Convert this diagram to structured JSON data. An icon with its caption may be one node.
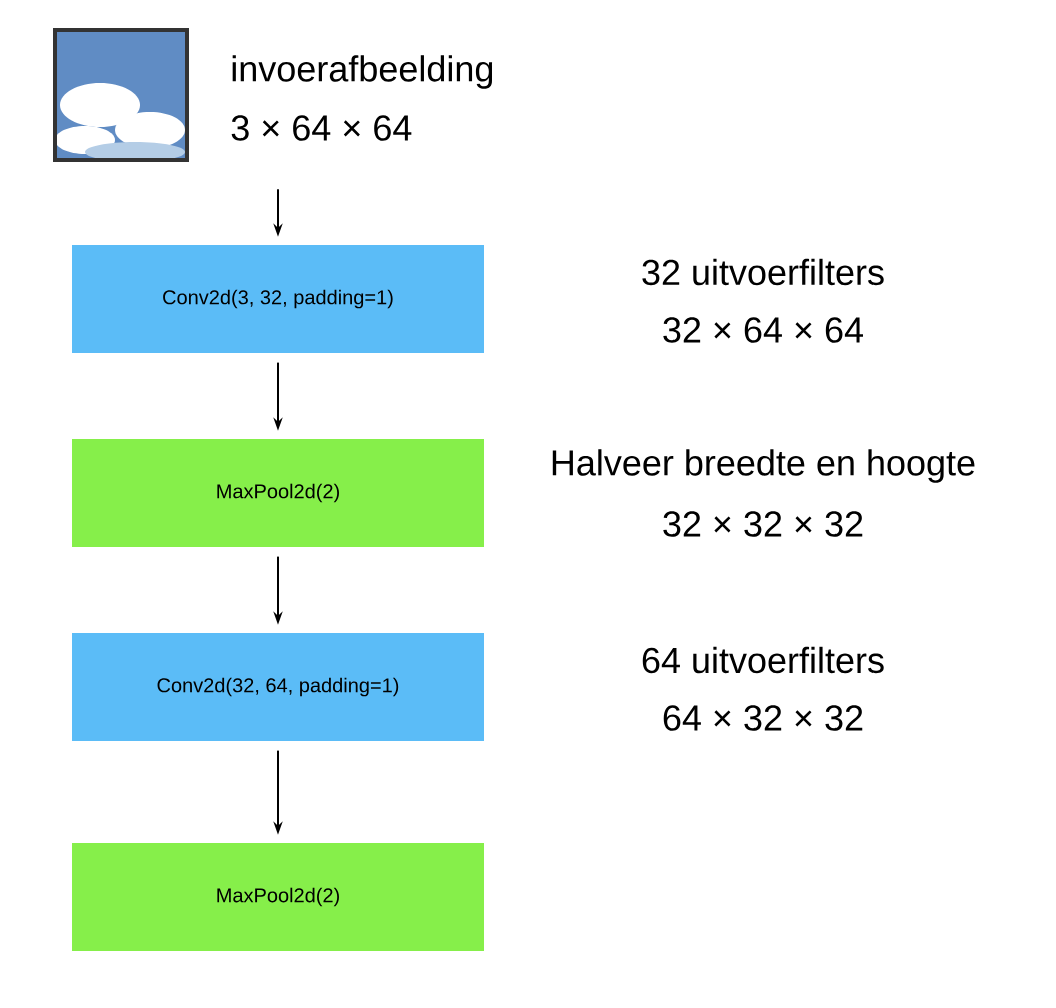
{
  "diagram": {
    "nodes": [
      {
        "text": [],
        "shape": "picture",
        "beside": [
          "invoerafbeelding",
          "3 × 64 × 64"
        ]
      },
      {
        "text": [
          "Conv2d(3, 32, padding=1)"
        ],
        "beside": [
          "32 uitvoerfilters",
          "32 × 64 × 64"
        ]
      },
      {
        "text": [
          "MaxPool2d(2)"
        ],
        "beside": [
          "Halveer breedte en hoogte",
          "32 × 32 × 32"
        ]
      },
      {
        "text": [
          "Conv2d(32, 64, padding=1)"
        ],
        "beside": [
          "64 uitvoerfilters",
          "64 × 32 × 32"
        ]
      },
      {
        "text": [
          "MaxPool2d(2)"
        ]
      }
    ],
    "edges": [
      {
        "from": 0,
        "to": 1,
        "arrow": "to"
      },
      {
        "from": 1,
        "to": 2,
        "arrow": "to"
      },
      {
        "from": 2,
        "to": 3,
        "arrow": "to"
      },
      {
        "from": 3,
        "to": 4,
        "arrow": "to"
      }
    ]
  }
}
